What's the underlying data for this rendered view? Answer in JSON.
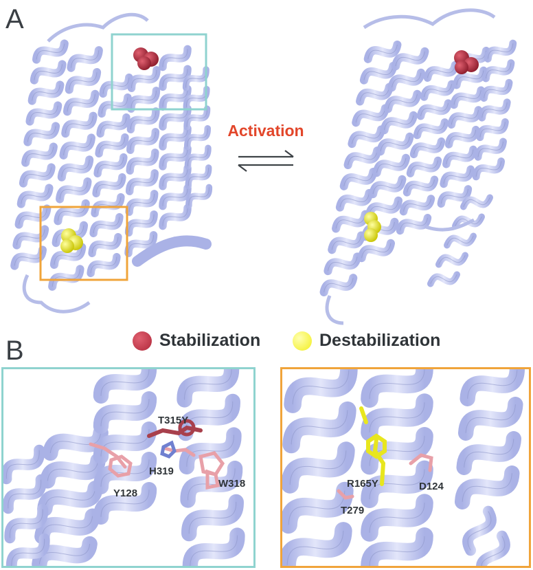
{
  "panels": {
    "a_label": "A",
    "b_label": "B"
  },
  "activation": {
    "label": "Activation",
    "color": "#e2462a"
  },
  "legend": {
    "stabilization_label": "Stabilization",
    "stabilization_color": "#b0283a",
    "destabilization_label": "Destabilization",
    "destabilization_color": "#f2ee1e"
  },
  "boxes": {
    "teal_color": "#8fd3cf",
    "orange_color": "#f0a43a"
  },
  "inset_left": {
    "residues": [
      "T315Y",
      "H319",
      "Y128",
      "W318"
    ]
  },
  "inset_right": {
    "residues": [
      "R165Y",
      "D124",
      "T279"
    ]
  },
  "colors": {
    "helix": "#c5cbef",
    "helix_stroke": "#8e96c8",
    "residue_pink": "#e8a0a8",
    "residue_dark": "#a8404c"
  }
}
